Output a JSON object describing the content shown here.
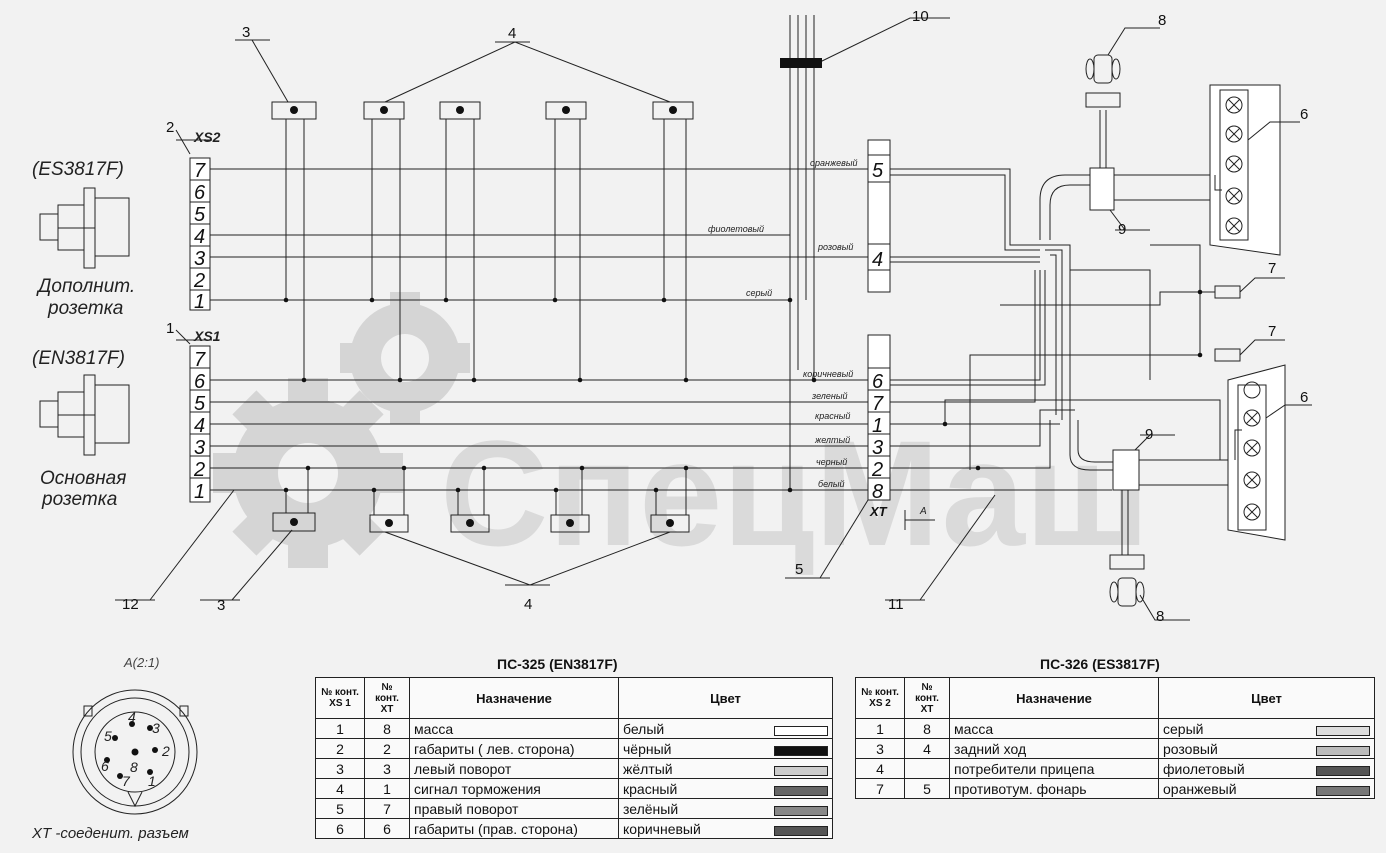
{
  "callouts": {
    "c1": "1",
    "c2": "2",
    "c3": "3",
    "c4": "4",
    "c5": "5",
    "c6": "6",
    "c7": "7",
    "c8": "8",
    "c9": "9",
    "c10": "10",
    "c11": "11",
    "c12": "12"
  },
  "connectors": {
    "xs2": {
      "name": "XS2",
      "model": "(ES3817F)",
      "caption_line1": "Дополнит.",
      "caption_line2": "розетка"
    },
    "xs1": {
      "name": "XS1",
      "model": "(EN3817F)",
      "caption_line1": "Основная",
      "caption_line2": "розетка"
    },
    "pins": [
      "7",
      "6",
      "5",
      "4",
      "3",
      "2",
      "1"
    ],
    "xt_name": "XT",
    "xt_upper_pins": [
      "5",
      "4"
    ],
    "xt_lower_pins": [
      "6",
      "7",
      "1",
      "3",
      "2",
      "8"
    ]
  },
  "wire_labels": [
    "оранжевый",
    "фиолетовый",
    "розовый",
    "серый",
    "коричневый",
    "зеленый",
    "красный",
    "желтый",
    "черный",
    "белый"
  ],
  "view_marker": "A",
  "watermark": "СпецМаш",
  "detail": {
    "title": "A(2:1)",
    "pins": [
      "4",
      "3",
      "5",
      "2",
      "8",
      "6",
      "7",
      "1"
    ],
    "caption": "XT -соеденит. разъем"
  },
  "table_ps325": {
    "title": "ПС-325 (EN3817F)",
    "headers": [
      "№ конт. XS 1",
      "№ конт. XT",
      "Назначение",
      "Цвет"
    ],
    "rows": [
      {
        "xs": "1",
        "xt": "8",
        "purpose": "масса",
        "color_name": "белый",
        "swatch": "#ffffff"
      },
      {
        "xs": "2",
        "xt": "2",
        "purpose": "габариты ( лев. сторона)",
        "color_name": "чёрный",
        "swatch": "#111111"
      },
      {
        "xs": "3",
        "xt": "3",
        "purpose": "левый поворот",
        "color_name": "жёлтый",
        "swatch": "#cccccc"
      },
      {
        "xs": "4",
        "xt": "1",
        "purpose": "сигнал торможения",
        "color_name": "красный",
        "swatch": "#666666"
      },
      {
        "xs": "5",
        "xt": "7",
        "purpose": "правый поворот",
        "color_name": "зелёный",
        "swatch": "#888888"
      },
      {
        "xs": "6",
        "xt": "6",
        "purpose": "габариты (прав. сторона)",
        "color_name": "коричневый",
        "swatch": "#555555"
      }
    ]
  },
  "table_ps326": {
    "title": "ПС-326 (ES3817F)",
    "headers": [
      "№ конт. XS 2",
      "№ конт. XT",
      "Назначение",
      "Цвет"
    ],
    "rows": [
      {
        "xs": "1",
        "xt": "8",
        "purpose": "масса",
        "color_name": "серый",
        "swatch": "#dddddd"
      },
      {
        "xs": "3",
        "xt": "4",
        "purpose": "задний ход",
        "color_name": "розовый",
        "swatch": "#bbbbbb"
      },
      {
        "xs": "4",
        "xt": "",
        "purpose": "потребители прицепа",
        "color_name": "фиолетовый",
        "swatch": "#555555"
      },
      {
        "xs": "7",
        "xt": "5",
        "purpose": "противотум. фонарь",
        "color_name": "оранжевый",
        "swatch": "#777777"
      }
    ]
  }
}
